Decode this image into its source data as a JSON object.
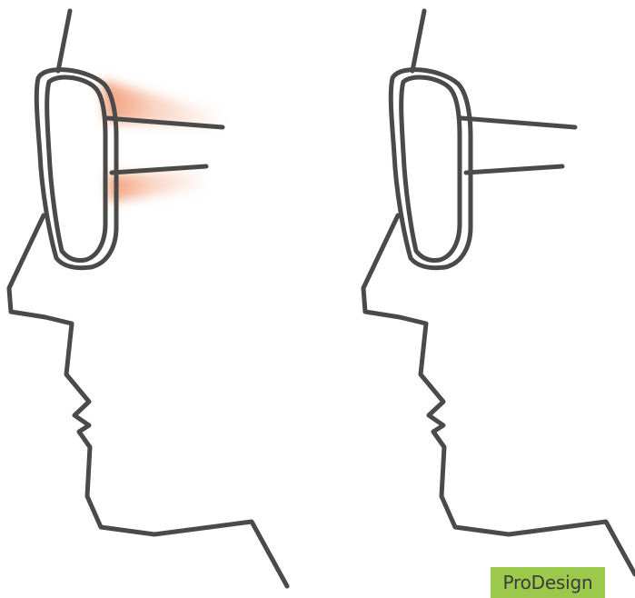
{
  "brand": {
    "label": "ProDesign",
    "background_color": "#9cc84b",
    "text_color": "#3c3c3c"
  },
  "figures": [
    {
      "name": "profile-with-glare",
      "highlight": true,
      "highlight_color": "#f08a5d"
    },
    {
      "name": "profile-without-glare",
      "highlight": false
    }
  ],
  "colors": {
    "outline": "#4a4a4a",
    "background": "#ffffff"
  }
}
